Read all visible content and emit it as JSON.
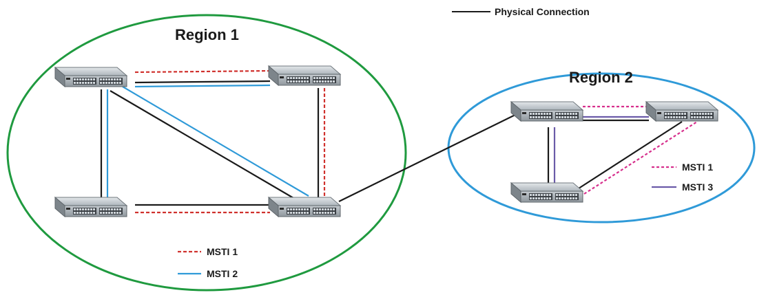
{
  "legend_physical": {
    "label": "Physical Connection",
    "color": "#1a1a1a"
  },
  "regions": [
    {
      "id": "region-1",
      "title": "Region 1",
      "color": "#1f9a3f",
      "legend": [
        {
          "label": "MSTI 1",
          "color": "#d0312d",
          "style": "dashed"
        },
        {
          "label": "MSTI 2",
          "color": "#2f9ad8",
          "style": "solid"
        }
      ]
    },
    {
      "id": "region-2",
      "title": "Region 2",
      "color": "#2f9ad8",
      "legend": [
        {
          "label": "MSTI 1",
          "color": "#d62e8c",
          "style": "dashed"
        },
        {
          "label": "MSTI 3",
          "color": "#6a5aa8",
          "style": "solid"
        }
      ]
    }
  ],
  "switches": [
    "r1-top-left",
    "r1-top-right",
    "r1-bottom-left",
    "r1-bottom-right",
    "r2-top-left",
    "r2-top-right",
    "r2-bottom"
  ]
}
